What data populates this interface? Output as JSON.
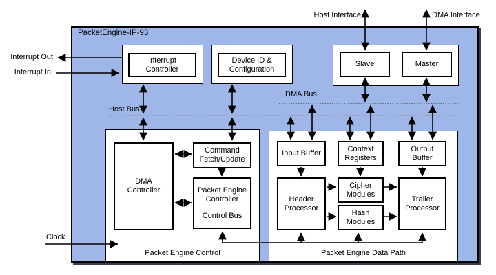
{
  "title": "PacketEngine-IP-93",
  "external": {
    "host_interface": "Host Interface",
    "dma_interface": "DMA Interface",
    "interrupt_out": "Interrupt Out",
    "interrupt_in": "Interrupt In",
    "clock": "Clock"
  },
  "buses": {
    "host_bus": "Host Bus",
    "dma_bus": "DMA Bus"
  },
  "top_blocks": {
    "interrupt_controller": "Interrupt Controller",
    "device_id": "Device ID & Configuration",
    "slave": "Slave",
    "master": "Master"
  },
  "control_section": {
    "label": "Packet Engine Control",
    "dma_controller": "DMA Controller",
    "command_fetch": "Command Fetch/Update",
    "packet_engine_controller": "Packet Engine Controller",
    "control_bus": "Control Bus"
  },
  "datapath_section": {
    "label": "Packet Engine Data Path",
    "input_buffer": "Input Buffer",
    "context_registers": "Context Registers",
    "output_buffer": "Output Buffer",
    "header_processor": "Header Processor",
    "cipher_modules": "Cipher Modules",
    "hash_modules": "Hash Modules",
    "trailer_processor": "Trailer Processor"
  },
  "colors": {
    "block_fill": "#9EB7E8",
    "box_fill": "#FFFFFF",
    "line": "#000000",
    "shadow": "#3C3C50",
    "host_bus_line": "#909090",
    "dma_bus_line": "#404040"
  }
}
